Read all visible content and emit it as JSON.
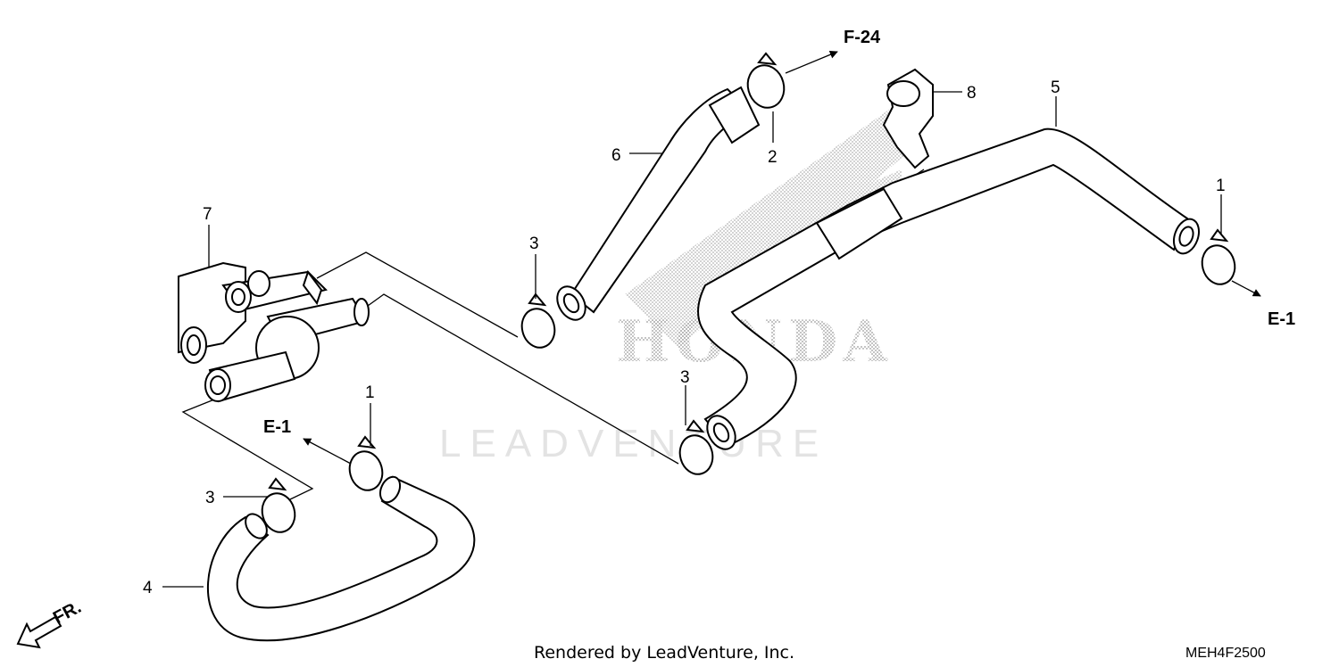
{
  "diagram": {
    "watermark_brand": "HONDA",
    "watermark_company": "LEADVENTURE",
    "footer_text": "Rendered by LeadVenture, Inc.",
    "drawing_code": "MEH4F2500",
    "front_indicator": "FR."
  },
  "callouts": [
    {
      "id": "c1a",
      "label": "1"
    },
    {
      "id": "c1b",
      "label": "1"
    },
    {
      "id": "c2",
      "label": "2"
    },
    {
      "id": "c3a",
      "label": "3"
    },
    {
      "id": "c3b",
      "label": "3"
    },
    {
      "id": "c3c",
      "label": "3"
    },
    {
      "id": "c4",
      "label": "4"
    },
    {
      "id": "c5",
      "label": "5"
    },
    {
      "id": "c6",
      "label": "6"
    },
    {
      "id": "c7",
      "label": "7"
    },
    {
      "id": "c8",
      "label": "8"
    }
  ],
  "references": [
    {
      "id": "f24",
      "label": "F-24"
    },
    {
      "id": "e1a",
      "label": "E-1"
    },
    {
      "id": "e1b",
      "label": "E-1"
    }
  ],
  "colors": {
    "line": "#000000",
    "watermark": "#d0d0d0",
    "background": "#ffffff"
  }
}
